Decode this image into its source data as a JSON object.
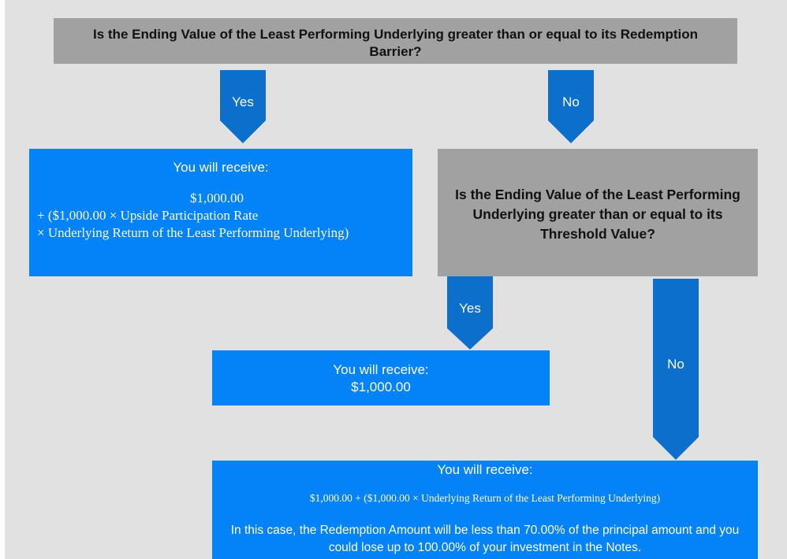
{
  "colors": {
    "background": "#e1e1e1",
    "question_box": "#a1a1a1",
    "result_box": "#0482f7",
    "arrow": "#0b6fcb"
  },
  "question1": "Is the Ending Value of the Least Performing Underlying greater than or equal to its Redemption Barrier?",
  "arrow_yes_1": "Yes",
  "arrow_no_1": "No",
  "result1": {
    "heading": "You will receive:",
    "line1": "$1,000.00",
    "line2": "+ ($1,000.00 × Upside Participation Rate",
    "line3": "× Underlying Return of the Least Performing Underlying)"
  },
  "question2": "Is the Ending Value of the Least Performing Underlying greater than or equal to its Threshold Value?",
  "arrow_yes_2": "Yes",
  "arrow_no_2": "No",
  "result2": {
    "heading": "You will receive:",
    "amount": "$1,000.00"
  },
  "result3": {
    "heading": "You will receive:",
    "formula": "$1,000.00 + ($1,000.00 × Underlying Return of the Least Performing Underlying)",
    "note": "In this case, the Redemption Amount will be less than 70.00% of the principal amount and you could lose up to 100.00% of your investment in the Notes."
  }
}
